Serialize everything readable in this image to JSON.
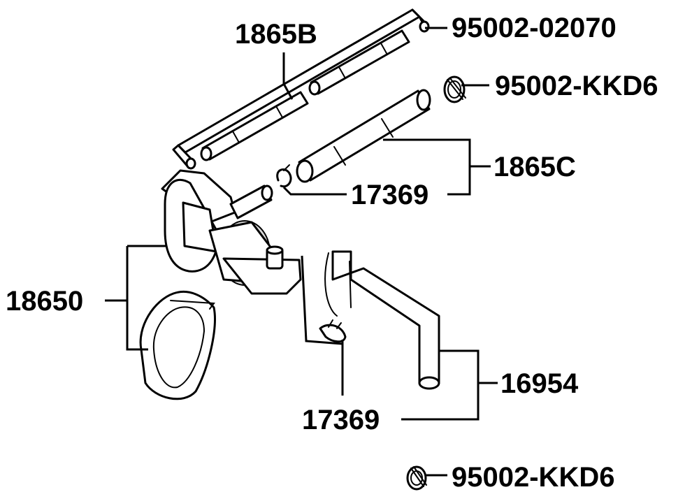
{
  "labels": {
    "top_right_clip_number": "95002-02070",
    "upper_clamp_number": "95002-KKD6",
    "lower_clamp_number": "95002-KKD6",
    "left_tube_number": "1865B",
    "right_tube_number": "1865C",
    "upper_clip_number": "17369",
    "lower_clip_number": "17369",
    "canister_number": "18650",
    "hose_number": "16954"
  }
}
